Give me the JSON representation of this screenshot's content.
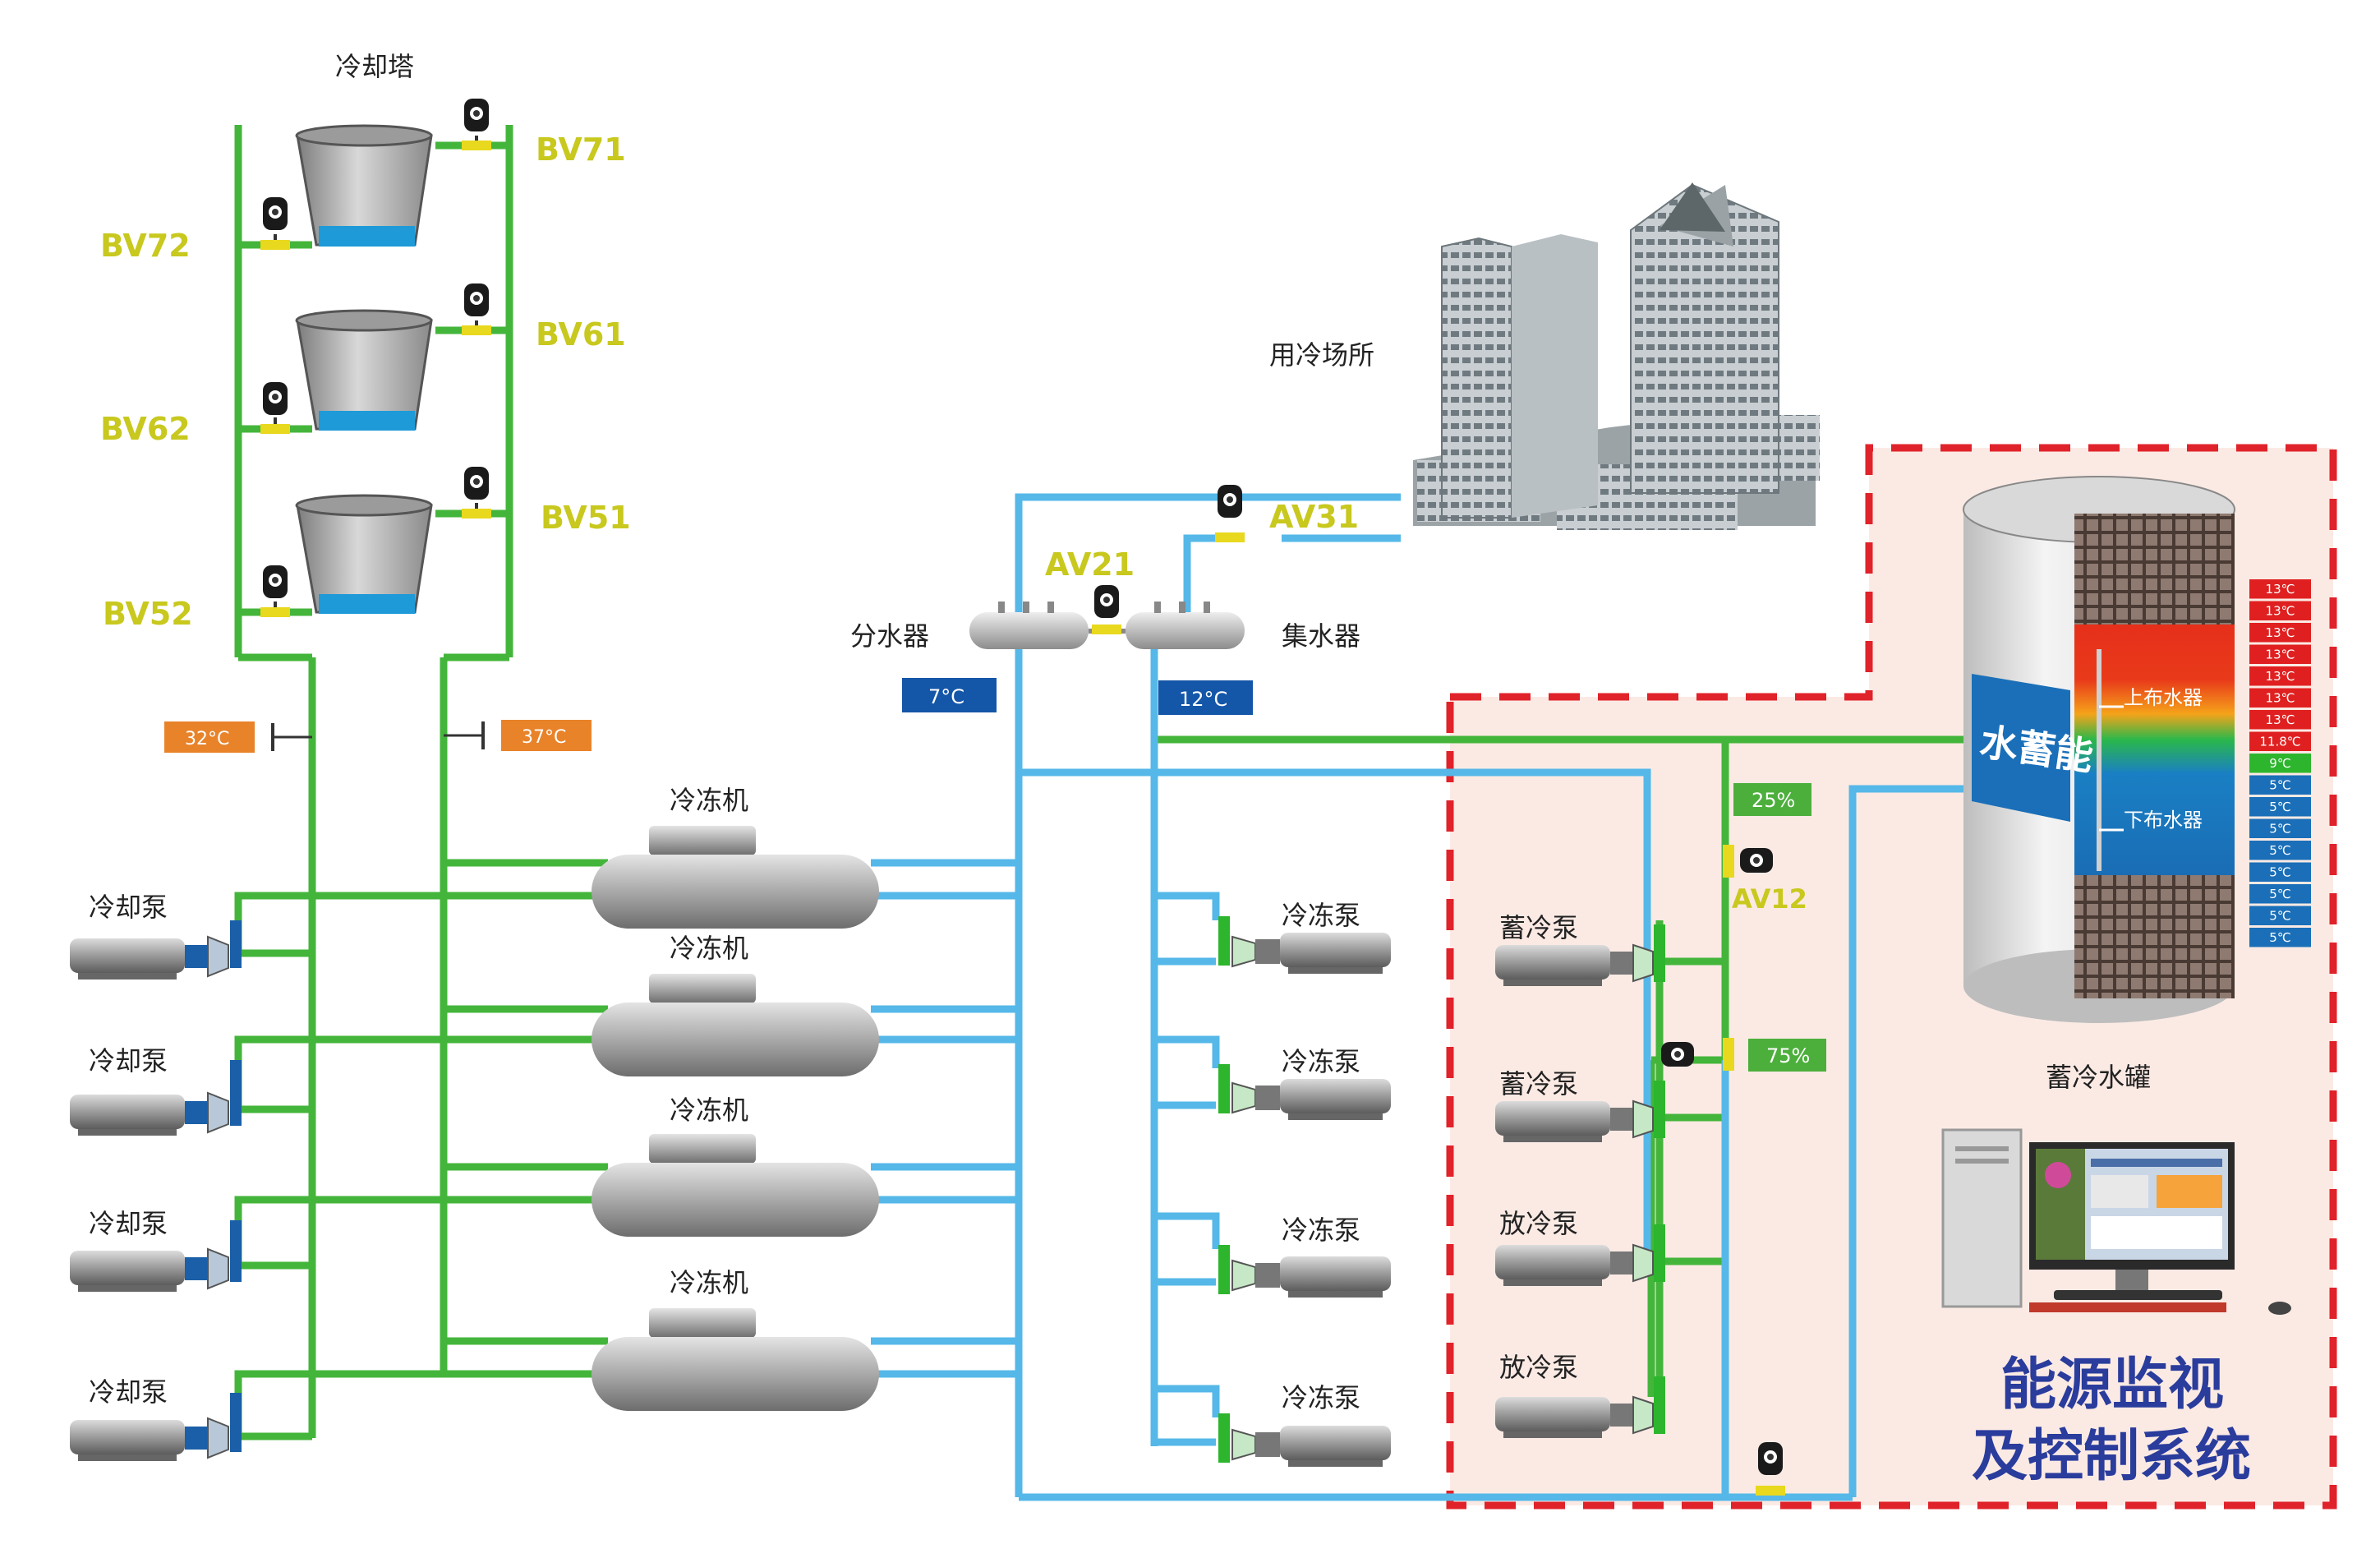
{
  "colors": {
    "cooling_pipe": "#44b53b",
    "chilled_pipe": "#55b8e8",
    "valve_label": "#c8c81e",
    "temp_warm_tag": "#e8832a",
    "temp_cold_tag": "#1456a8",
    "percent_tag": "#4caf3c",
    "dashed_border": "#e0222a",
    "dashed_area": "#fbeae4",
    "title_text": "#2a3c9c",
    "tank_hot": "#e02020",
    "tank_cold": "#1a6fb8"
  },
  "labels": {
    "cooling_tower": "冷却塔",
    "cooling_pump": "冷却泵",
    "chiller": "冷冻机",
    "chilled_pump": "冷冻泵",
    "supply_header": "分水器",
    "return_header": "集水器",
    "load_site": "用冷场所",
    "storage_pump": "蓄冷泵",
    "discharge_pump": "放冷泵",
    "storage_tank": "蓄冷水罐",
    "tank_side_text": "水蓄能",
    "upper_diffuser": "上布水器",
    "lower_diffuser": "下布水器",
    "system_title_line1": "能源监视",
    "system_title_line2": "及控制系统"
  },
  "valves": {
    "bv71": "BV71",
    "bv72": "BV72",
    "bv61": "BV61",
    "bv62": "BV62",
    "bv51": "BV51",
    "bv52": "BV52",
    "av31": "AV31",
    "av21": "AV21",
    "av12": "AV12"
  },
  "temperatures": {
    "cooling_supply": "32°C",
    "cooling_return": "37°C",
    "chilled_supply": "7°C",
    "chilled_return": "12°C"
  },
  "valve_openings": {
    "upper": "25%",
    "lower": "75%"
  },
  "tank_temperature_scale": [
    {
      "value": "13℃",
      "color": "#e02020"
    },
    {
      "value": "13℃",
      "color": "#e02020"
    },
    {
      "value": "13℃",
      "color": "#e02020"
    },
    {
      "value": "13℃",
      "color": "#e02020"
    },
    {
      "value": "13℃",
      "color": "#e02020"
    },
    {
      "value": "13℃",
      "color": "#e02020"
    },
    {
      "value": "13℃",
      "color": "#e02020"
    },
    {
      "value": "11.8℃",
      "color": "#e02020"
    },
    {
      "value": "9℃",
      "color": "#2db52d"
    },
    {
      "value": "5℃",
      "color": "#1a6fb8"
    },
    {
      "value": "5℃",
      "color": "#1a6fb8"
    },
    {
      "value": "5℃",
      "color": "#1a6fb8"
    },
    {
      "value": "5℃",
      "color": "#1a6fb8"
    },
    {
      "value": "5℃",
      "color": "#1a6fb8"
    },
    {
      "value": "5℃",
      "color": "#1a6fb8"
    },
    {
      "value": "5℃",
      "color": "#1a6fb8"
    },
    {
      "value": "5℃",
      "color": "#1a6fb8"
    }
  ]
}
